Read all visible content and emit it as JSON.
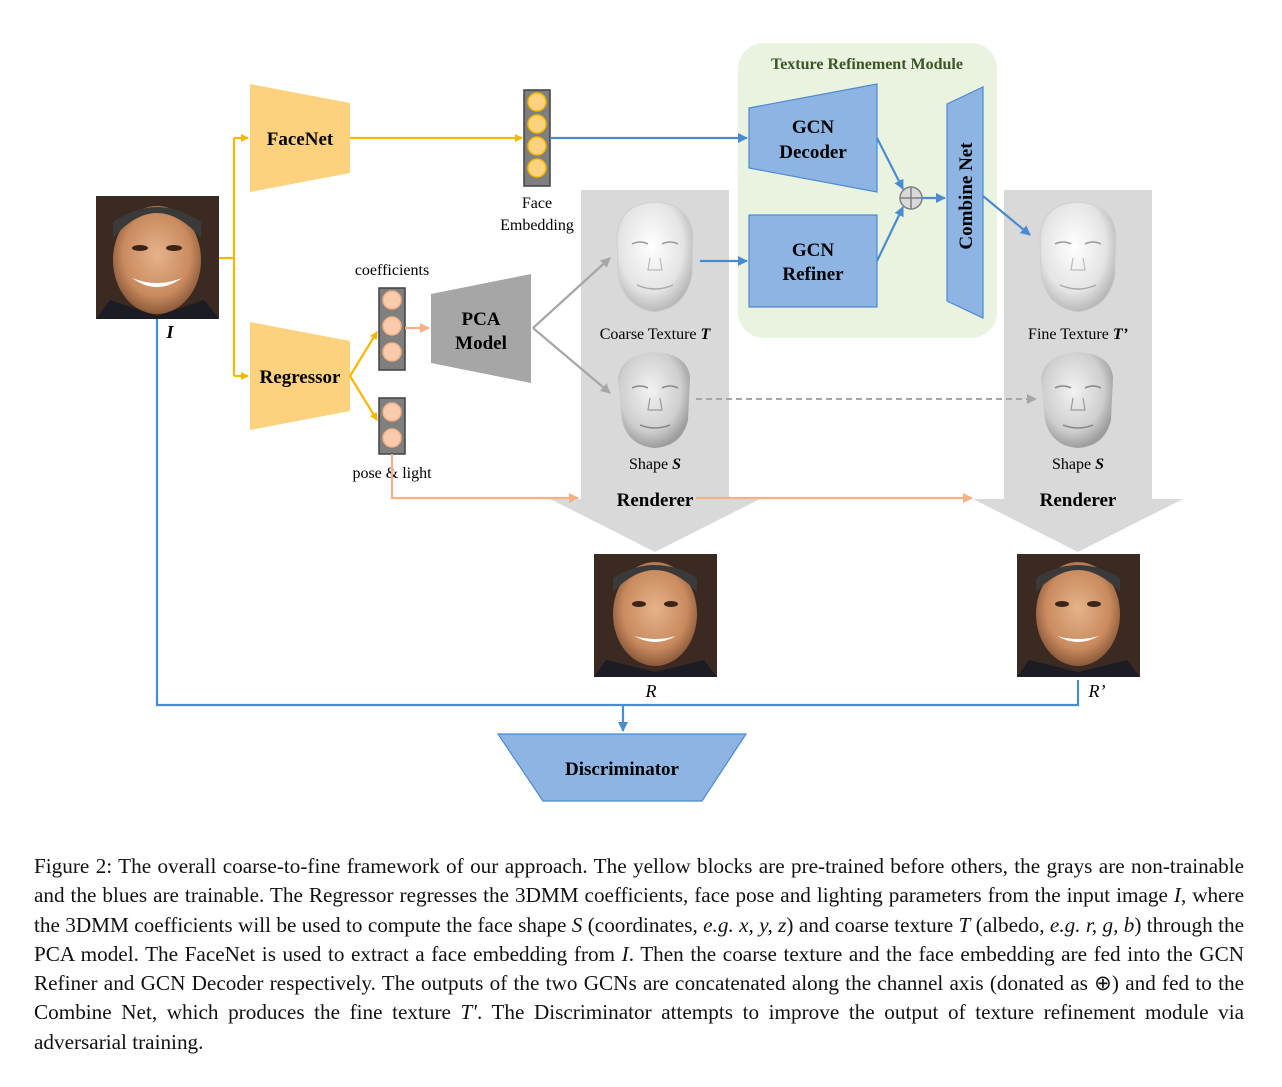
{
  "diagram": {
    "facenet": "FaceNet",
    "regressor": "Regressor",
    "face_embedding_line1": "Face",
    "face_embedding_line2": "Embedding",
    "coefficients": "coefficients",
    "pose_light": "pose & light",
    "pca_line1": "PCA",
    "pca_line2": "Model",
    "module_title": "Texture Refinement Module",
    "gcn_decoder_line1": "GCN",
    "gcn_decoder_line2": "Decoder",
    "gcn_refiner_line1": "GCN",
    "gcn_refiner_line2": "Refiner",
    "combine_net": "Combine Net",
    "coarse_texture": "Coarse Texture ",
    "coarse_texture_symbol": "T",
    "fine_texture": "Fine Texture ",
    "fine_texture_symbol": "T’",
    "shape_left": "Shape ",
    "shape_left_symbol": "S",
    "shape_right": "Shape ",
    "shape_right_symbol": "S",
    "renderer_left": "Renderer",
    "renderer_right": "Renderer",
    "input_symbol": "I",
    "render_symbol": "R",
    "render_prime_symbol": "R’",
    "discriminator": "Discriminator",
    "colors": {
      "yellow_block": "#fdd27f",
      "yellow_arrow": "#f5b800",
      "blue_block": "#8db4e2",
      "blue_arrow": "#4a8bd0",
      "gray_block": "#a6a6a6",
      "module_bg": "#e9f3e0",
      "orange_arrow": "#f4b183"
    }
  },
  "caption": {
    "s1": "Figure 2: The overall coarse-to-fine framework of our approach. The yellow blocks are pre-trained before others, the grays are non-trainable and the blues are trainable. The Regressor regresses the 3DMM coefficients, face pose and lighting parameters from the input image ",
    "v1": "I",
    "s2": ", where the 3DMM coefficients will be used to compute the face shape ",
    "v2": "S",
    "s3": " (coordinates, ",
    "eg1": "e.g.",
    "v3": " x, y, z",
    "s4": ") and coarse texture ",
    "v4": "T",
    "s5": " (albedo, ",
    "eg2": "e.g.",
    "v5": " r, g, b",
    "s6": ") through the PCA model. The FaceNet is used to extract a face embedding from ",
    "v6": "I",
    "s7": ". Then the coarse texture and the face embedding are fed into the GCN Refiner and GCN Decoder respectively. The outputs of the two GCNs are concatenated along the channel axis (donated as ⊕) and fed to the Combine Net, which produces the fine texture ",
    "v7": "T′",
    "s8": ". The Discriminator attempts to improve the output of texture refinement module via adversarial training."
  }
}
